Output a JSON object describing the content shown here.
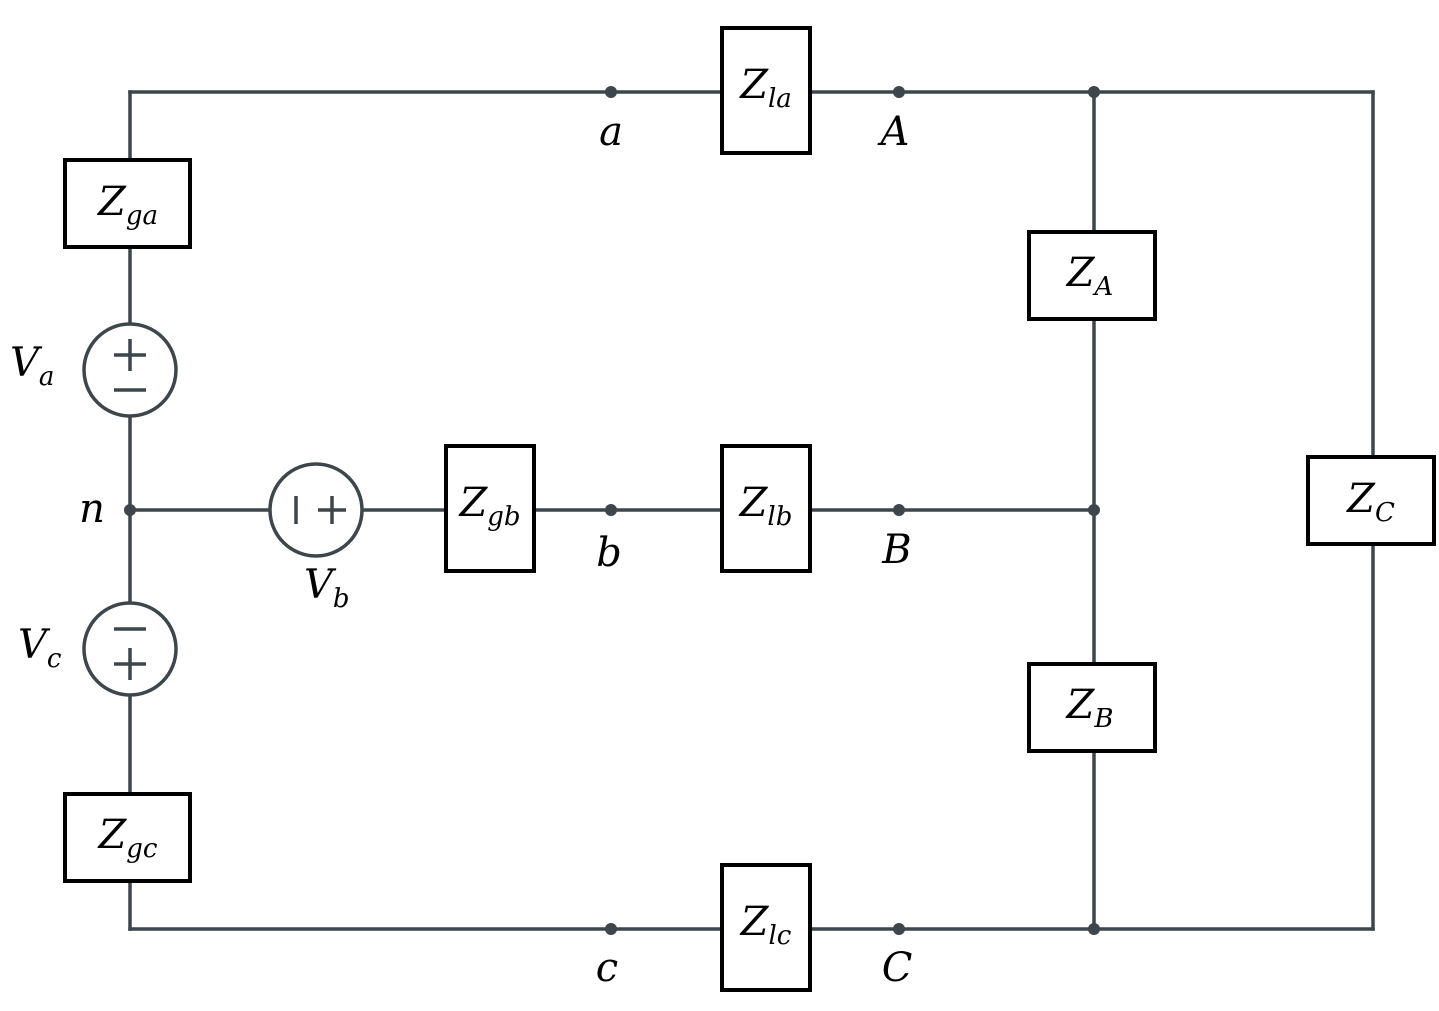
{
  "colors": {
    "wire": "#3d464b",
    "box_stroke": "#000000",
    "background": "#ffffff"
  },
  "impedances": {
    "Zga": {
      "main": "Z",
      "sub": "ga"
    },
    "Zgb": {
      "main": "Z",
      "sub": "gb"
    },
    "Zgc": {
      "main": "Z",
      "sub": "gc"
    },
    "Zla": {
      "main": "Z",
      "sub": "la"
    },
    "Zlb": {
      "main": "Z",
      "sub": "lb"
    },
    "Zlc": {
      "main": "Z",
      "sub": "lc"
    },
    "ZA": {
      "main": "Z",
      "sub": "A"
    },
    "ZB": {
      "main": "Z",
      "sub": "B"
    },
    "ZC": {
      "main": "Z",
      "sub": "C"
    }
  },
  "sources": {
    "Va": {
      "main": "V",
      "sub": "a"
    },
    "Vb": {
      "main": "V",
      "sub": "b"
    },
    "Vc": {
      "main": "V",
      "sub": "c"
    }
  },
  "nodes": {
    "n": "n",
    "a": "a",
    "b": "b",
    "c": "c",
    "A": "A",
    "B": "B",
    "C": "C"
  }
}
